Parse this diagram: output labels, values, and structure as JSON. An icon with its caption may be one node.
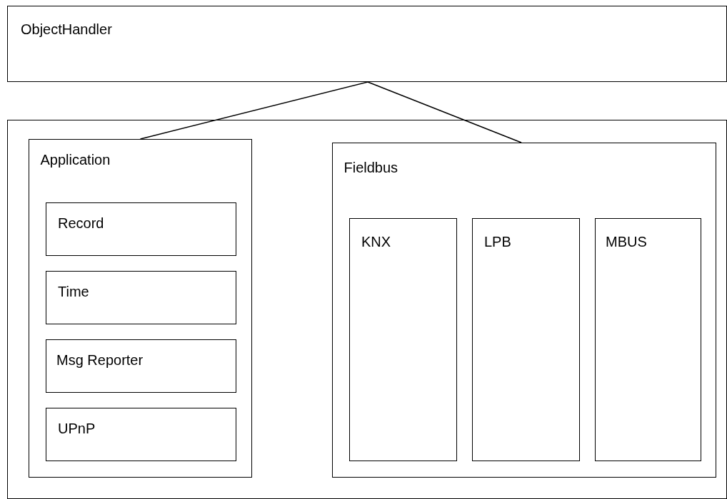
{
  "diagram": {
    "nodes": [
      {
        "text": [
          "ObjectHandler"
        ]
      },
      {
        "text": [],
        "shape": "box"
      },
      {
        "text": [
          "Application"
        ],
        "in": 1
      },
      {
        "text": [
          "Record"
        ],
        "in": 2
      },
      {
        "text": [
          "Time"
        ],
        "in": 2
      },
      {
        "text": [
          "Msg Reporter"
        ],
        "in": 2
      },
      {
        "text": [
          "UPnP"
        ],
        "in": 2
      },
      {
        "text": [
          "Fieldbus"
        ],
        "in": 1
      },
      {
        "text": [
          "KNX"
        ],
        "in": 7
      },
      {
        "text": [
          "LPB"
        ],
        "in": 7
      },
      {
        "text": [
          "MBUS"
        ],
        "in": 7
      }
    ],
    "edges": [
      {
        "from": 0,
        "to": 2,
        "arrow": "none"
      },
      {
        "from": 0,
        "to": 7,
        "arrow": "none"
      }
    ]
  }
}
